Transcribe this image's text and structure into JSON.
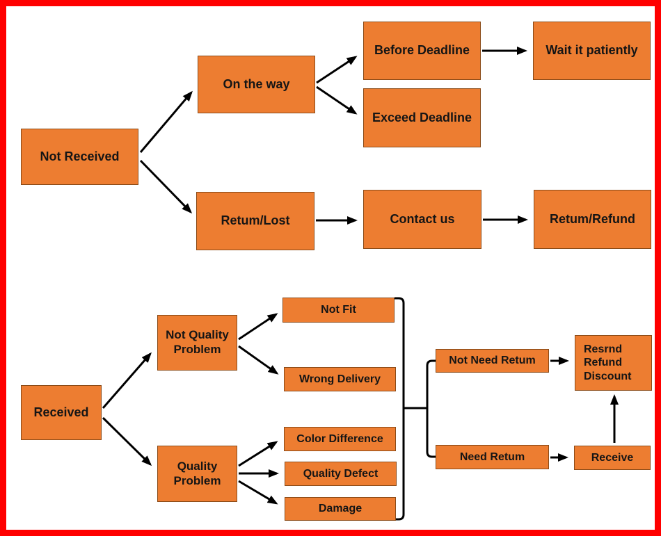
{
  "palette": {
    "frame_border": "#ff0000",
    "background": "#ffffff",
    "node_fill": "#ed7d31",
    "node_border": "#8a4a17",
    "line": "#000000",
    "text": "#151515"
  },
  "nodes": [
    {
      "id": "not-received",
      "label": "Not Received"
    },
    {
      "id": "on-the-way",
      "label": "On the way"
    },
    {
      "id": "before-deadline",
      "label": "Before Deadline"
    },
    {
      "id": "wait-it-patiently",
      "label": "Wait it patiently"
    },
    {
      "id": "exceed-deadline",
      "label": "Exceed Deadline"
    },
    {
      "id": "retum-lost",
      "label": "Retum/Lost"
    },
    {
      "id": "contact-us",
      "label": "Contact us"
    },
    {
      "id": "retum-refund",
      "label": "Retum/Refund"
    },
    {
      "id": "received",
      "label": "Received"
    },
    {
      "id": "not-quality-problem",
      "label": "Not Quality Problem"
    },
    {
      "id": "quality-problem",
      "label": "Quality Problem"
    },
    {
      "id": "not-fit",
      "label": "Not Fit"
    },
    {
      "id": "wrong-delivery",
      "label": "Wrong Delivery"
    },
    {
      "id": "color-difference",
      "label": "Color Difference"
    },
    {
      "id": "quality-defect",
      "label": "Quality Defect"
    },
    {
      "id": "damage",
      "label": "Damage"
    },
    {
      "id": "not-need-retum",
      "label": "Not Need Retum"
    },
    {
      "id": "need-retum",
      "label": "Need Retum"
    },
    {
      "id": "resrnd-refund-discount",
      "label": "Resrnd\nRefund\nDiscount"
    },
    {
      "id": "receive",
      "label": "Receive"
    }
  ],
  "edges": [
    {
      "from": "not-received",
      "to": "on-the-way"
    },
    {
      "from": "not-received",
      "to": "retum-lost"
    },
    {
      "from": "on-the-way",
      "to": "before-deadline"
    },
    {
      "from": "on-the-way",
      "to": "exceed-deadline"
    },
    {
      "from": "before-deadline",
      "to": "wait-it-patiently"
    },
    {
      "from": "retum-lost",
      "to": "contact-us"
    },
    {
      "from": "contact-us",
      "to": "retum-refund"
    },
    {
      "from": "received",
      "to": "not-quality-problem"
    },
    {
      "from": "received",
      "to": "quality-problem"
    },
    {
      "from": "not-quality-problem",
      "to": "not-fit"
    },
    {
      "from": "not-quality-problem",
      "to": "wrong-delivery"
    },
    {
      "from": "quality-problem",
      "to": "color-difference"
    },
    {
      "from": "quality-problem",
      "to": "quality-defect"
    },
    {
      "from": "quality-problem",
      "to": "damage"
    },
    {
      "from": "outcomes-bracket",
      "to": "retum-choice-bracket"
    },
    {
      "from": "not-need-retum",
      "to": "resrnd-refund-discount"
    },
    {
      "from": "need-retum",
      "to": "receive"
    },
    {
      "from": "receive",
      "to": "resrnd-refund-discount"
    }
  ]
}
